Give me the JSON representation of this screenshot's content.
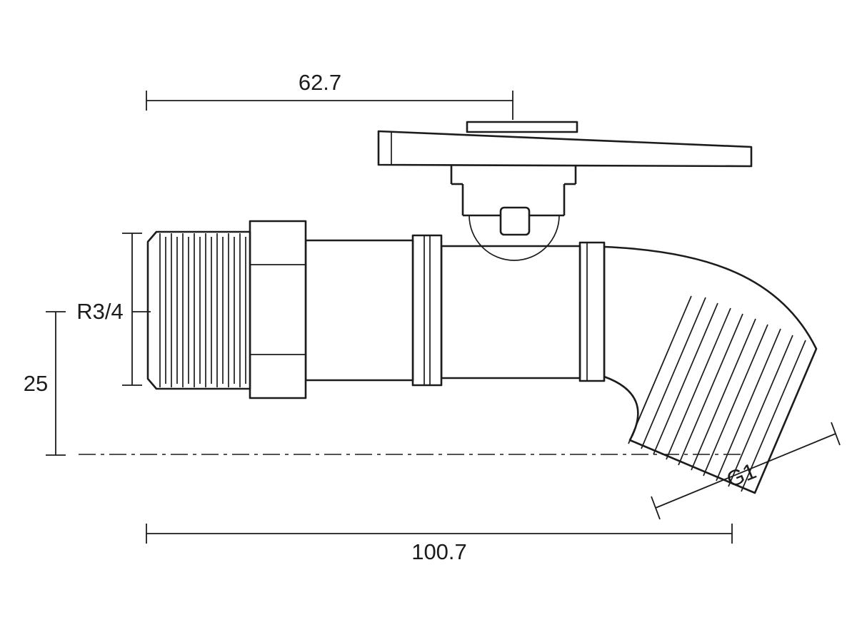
{
  "drawing": {
    "title": "bib-tap-ball-valve-dimension-drawing",
    "dimensions": {
      "top_width": "62.7",
      "inlet_thread": "R3/4",
      "offset_height": "25",
      "overall_length": "100.7",
      "outlet_thread": "G1"
    },
    "colors": {
      "line": "#1c1c1c",
      "background": "#ffffff"
    }
  }
}
